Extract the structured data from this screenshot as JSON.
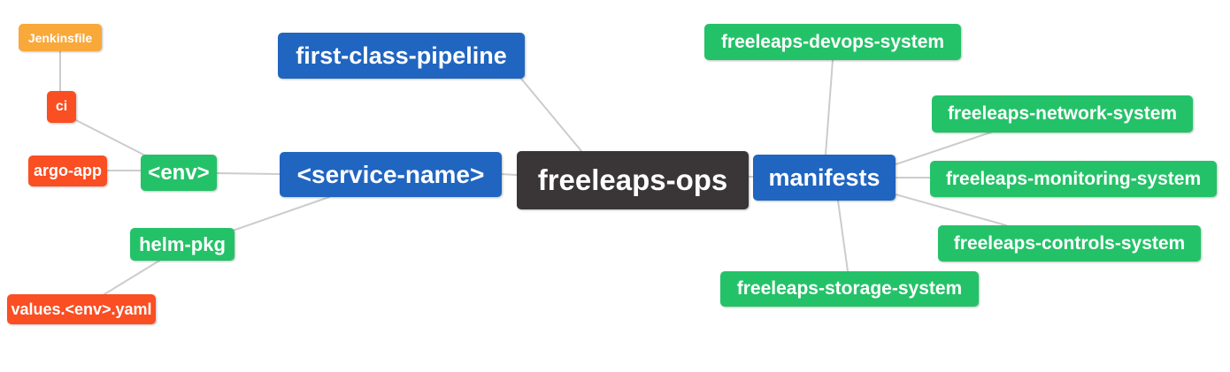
{
  "diagram": {
    "nodes": {
      "root": {
        "label": "freeleaps-ops"
      },
      "first_class_pipeline": {
        "label": "first-class-pipeline"
      },
      "service_name": {
        "label": "<service-name>"
      },
      "env": {
        "label": "<env>"
      },
      "ci": {
        "label": "ci"
      },
      "jenkinsfile": {
        "label": "Jenkinsfile"
      },
      "argo_app": {
        "label": "argo-app"
      },
      "helm_pkg": {
        "label": "helm-pkg"
      },
      "values_env_yaml": {
        "label": "values.<env>.yaml"
      },
      "manifests": {
        "label": "manifests"
      },
      "devops_system": {
        "label": "freeleaps-devops-system"
      },
      "network_system": {
        "label": "freeleaps-network-system"
      },
      "monitoring_system": {
        "label": "freeleaps-monitoring-system"
      },
      "controls_system": {
        "label": "freeleaps-controls-system"
      },
      "storage_system": {
        "label": "freeleaps-storage-system"
      }
    },
    "colors": {
      "root_node": "#3a3536",
      "branch_node": "#2065c0",
      "green_leaf": "#24c268",
      "red_leaf": "#fa4e23",
      "orange_leaf": "#f9a83a",
      "edge": "#cccccc",
      "node_text": "#ffffff",
      "background": "#ffffff"
    }
  }
}
